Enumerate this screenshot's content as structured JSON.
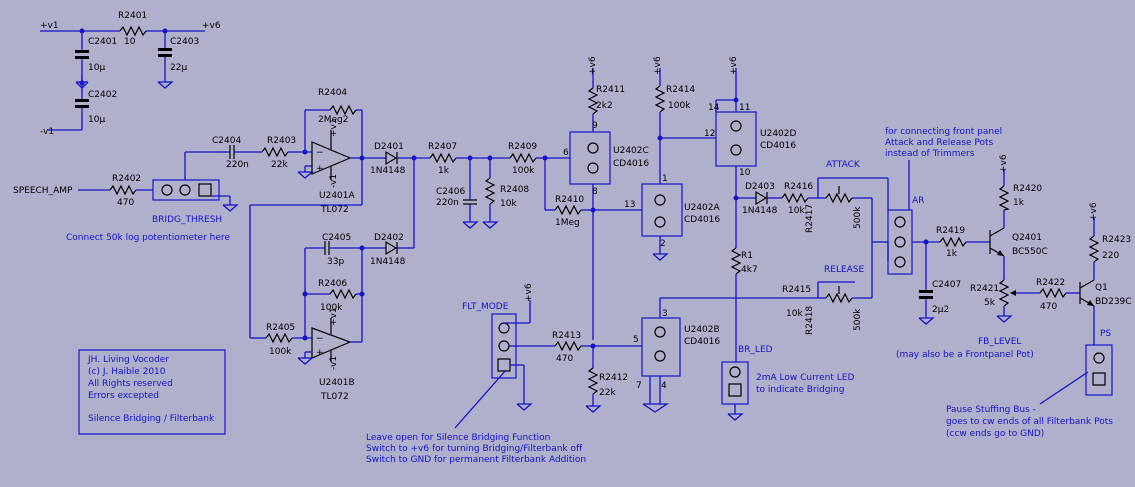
{
  "labels": {
    "r2401": "R2401",
    "r2401_val": "10",
    "v1_top": "+v1",
    "v6_top": "+v6",
    "v1_neg": "-v1",
    "c2401": "C2401",
    "c2401_val": "10µ",
    "c2402": "C2402",
    "c2402_val": "10µ",
    "c2403": "C2403",
    "c2403_val": "22µ",
    "r2404": "R2404",
    "r2404_val": "2Meg2",
    "c2404": "C2404",
    "c2404_val": "220n",
    "r2403": "R2403",
    "r2403_val": "22k",
    "u2401a": "U2401A",
    "u2401a_type": "TL072",
    "u2401b": "U2401B",
    "u2401b_type": "TL072",
    "d2401": "D2401",
    "d2401_val": "1N4148",
    "d2402": "D2402",
    "d2402_val": "1N4148",
    "d2403": "D2403",
    "d2403_val": "1N4148",
    "r2402": "R2402",
    "r2402_val": "470",
    "speech_amp": "SPEECH_AMP",
    "bridg_thresh": "BRIDG_THRESH",
    "connect_note": "Connect 50k log potentiometer here",
    "c2405": "C2405",
    "c2405_val": "33p",
    "r2406": "R2406",
    "r2406_val": "100k",
    "r2405": "R2405",
    "r2405_val": "100k",
    "r2407": "R2407",
    "r2407_val": "1k",
    "c2406": "C2406",
    "c2406_val": "220n",
    "r2408": "R2408",
    "r2408_val": "10k",
    "r2409": "R2409",
    "r2409_val": "100k",
    "r2410": "R2410",
    "r2410_val": "1Meg",
    "r2411": "R2411",
    "r2411_val": "2k2",
    "r2414": "R2414",
    "r2414_val": "100k",
    "u2402c": "U2402C",
    "u2402c_type": "CD4016",
    "u2402a": "U2402A",
    "u2402a_type": "CD4016",
    "u2402b": "U2402B",
    "u2402b_type": "CD4016",
    "u2402d": "U2402D",
    "u2402d_type": "CD4016",
    "r1": "R1",
    "r1_val": "4k7",
    "r2416": "R2416",
    "r2416_val": "10k",
    "r2415": "R2415",
    "r2415_val": "10k",
    "r2417": "R2417",
    "r2417_val": "500k",
    "r2418": "R2418",
    "r2418_val": "500k",
    "attack": "ATTACK",
    "release": "RELEASE",
    "ar": "AR",
    "front_panel_note": [
      "for connecting front panel",
      "Attack and Release Pots",
      "instead of Trimmers"
    ],
    "r2419": "R2419",
    "r2419_val": "1k",
    "r2420": "R2420",
    "r2420_val": "1k",
    "q2401": "Q2401",
    "q2401_type": "BC550C",
    "r2421": "R2421",
    "r2421_val": "5k",
    "c2407": "C2407",
    "c2407_val": "2µ2",
    "fb_level": "FB_LEVEL",
    "fb_level_note": "(may also be a Frontpanel Pot)",
    "r2422": "R2422",
    "r2422_val": "470",
    "r2423": "R2423",
    "r2423_val": "220",
    "q1": "Q1",
    "q1_type": "BD239C",
    "ps": "PS",
    "pause_note": [
      "Pause Stuffing Bus -",
      "goes to cw ends of all Filterbank Pots",
      "(ccw ends go to GND)"
    ],
    "flt_mode": "FLT_MODE",
    "r2413": "R2413",
    "r2413_val": "470",
    "r2412": "R2412",
    "r2412_val": "22k",
    "br_led": "BR_LED",
    "led_note": [
      "2mA Low Current LED",
      "to indicate Bridging"
    ],
    "flt_note": [
      "Leave open for Silence Bridging Function",
      "Switch to +v6 for turning Bridging/Filterbank off",
      "Switch to GND for permanent Filterbank Addition"
    ],
    "title_block": [
      "JH. Living Vocoder",
      "(c) J. Haible 2010",
      "All Rights reserved",
      "Errors excepted",
      "",
      "Silence Bridging / Filterbank"
    ],
    "pin_numbers": [
      "9",
      "6",
      "8",
      "1",
      "13",
      "2",
      "14",
      "11",
      "12",
      "10",
      "3",
      "5",
      "7",
      "4"
    ],
    "plus_v1": "+v1",
    "minus_v1": "-v1",
    "plus_v6": "+v6"
  }
}
